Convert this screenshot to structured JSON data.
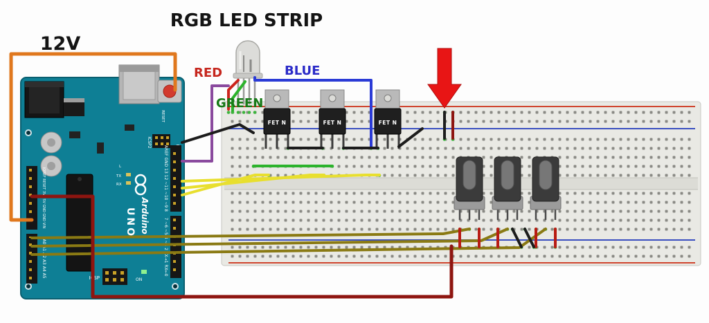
{
  "diagram": {
    "labels": {
      "supply": "12V",
      "title": "RGB LED STRIP",
      "red": "RED",
      "blue": "BLUE",
      "green": "GREEN"
    },
    "arduino": {
      "brand": "Arduino",
      "model": "UNO",
      "icsp": "ICSP",
      "icsp2": "ICSP2",
      "on": "ON",
      "led_l": "L",
      "tx": "TX",
      "rx": "RX",
      "reset": "RESET",
      "digital_top": "AREF GND 13 12 ~11 ~10 ~9 8",
      "digital_bottom": "7 ~6 ~5 4 ~3 2 TX→1 RX←0",
      "power": "IOREF RESET 3V3 5V GND GND VIN",
      "analog": "A0 A1 A2 A3 A4 A5"
    },
    "mosfets": {
      "labels": [
        "FET N",
        "FET N",
        "FET N"
      ]
    },
    "colors": {
      "arduino_teal": "#0e7f95",
      "breadboard": "#e9e9e4",
      "wire_orange": "#e0781e",
      "wire_red": "#cc241c",
      "wire_dark_red": "#8e1510",
      "wire_blue": "#2b3bd6",
      "wire_green": "#2cb32c",
      "wire_yellow": "#e8df2e",
      "wire_olive": "#8a7a14",
      "wire_purple": "#8a4a9e",
      "wire_black": "#1c1c1c",
      "arrow_red": "#e81515"
    }
  }
}
